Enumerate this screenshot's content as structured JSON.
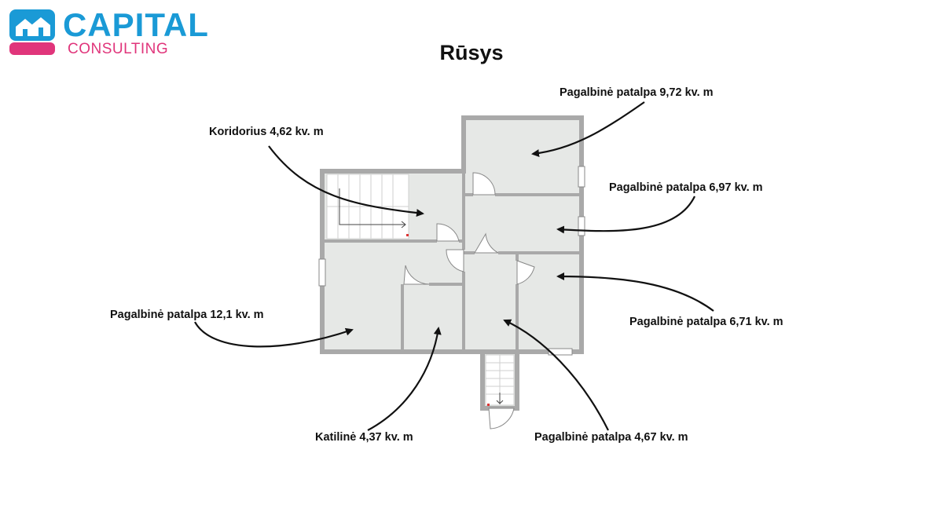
{
  "logo": {
    "name": "CAPITAL",
    "subtitle": "CONSULTING",
    "brand_blue": "#1a9ad6",
    "brand_pink": "#e0357b"
  },
  "title": "Rūsys",
  "rooms": [
    {
      "id": "koridorius",
      "label": "Koridorius 4,62 kv. m"
    },
    {
      "id": "pag-972",
      "label": "Pagalbinė patalpa 9,72 kv. m"
    },
    {
      "id": "pag-697",
      "label": "Pagalbinė patalpa 6,97 kv. m"
    },
    {
      "id": "pag-121",
      "label": "Pagalbinė patalpa 12,1 kv. m"
    },
    {
      "id": "pag-671",
      "label": "Pagalbinė patalpa 6,71 kv. m"
    },
    {
      "id": "katiline",
      "label": "Katilinė 4,37 kv. m"
    },
    {
      "id": "pag-467",
      "label": "Pagalbinė patalpa 4,67 kv. m"
    }
  ],
  "colors": {
    "floor": "#e6e8e6",
    "wall": "#a9a9a9",
    "arrow": "#111111"
  }
}
